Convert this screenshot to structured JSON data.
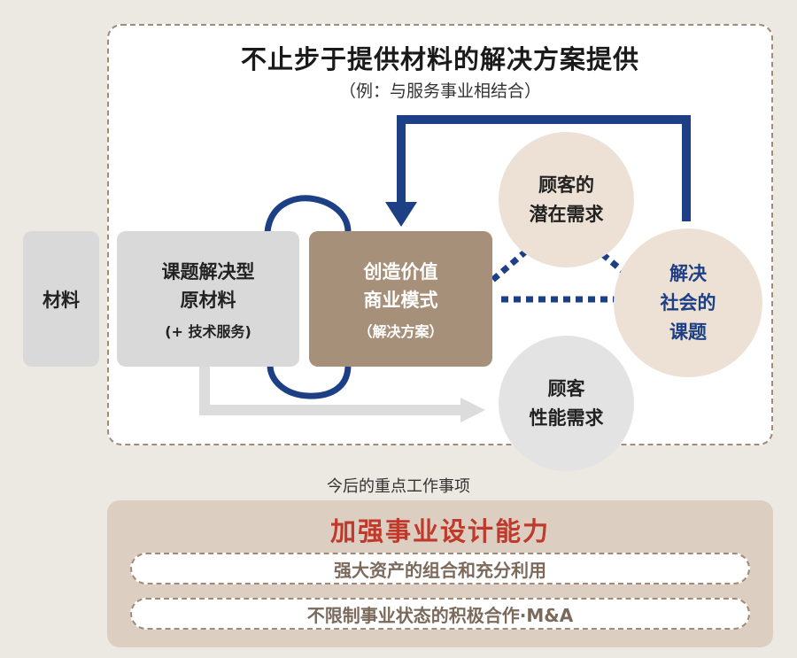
{
  "header": {
    "title": "不止步于提供材料的解决方案提供",
    "subtitle": "（例：与服务事业相结合）"
  },
  "nodes": {
    "materials": "材料",
    "raw_material": {
      "line1": "课题解决型",
      "line2": "原材料",
      "sub": "(+ 技术服务)"
    },
    "value_creation": {
      "line1": "创造价值",
      "line2": "商业模式",
      "sub": "（解决方案）"
    },
    "latent_needs": {
      "line1": "顾客的",
      "line2": "潜在需求"
    },
    "social_issues": {
      "line1": "解决",
      "line2": "社会的",
      "line3": "课题"
    },
    "performance_needs": {
      "line1": "顾客",
      "line2": "性能需求"
    }
  },
  "focus": {
    "label": "今后的重点工作事项",
    "title": "加强事业设计能力",
    "items": [
      "强大资产的组合和充分利用",
      "不限制事业状态的积极合作·M&A"
    ]
  },
  "colors": {
    "navy_arrow": "#1d3f86",
    "gray_arrow": "#dcdcdc",
    "value_box": "#a69079",
    "title_red": "#c0392b"
  }
}
